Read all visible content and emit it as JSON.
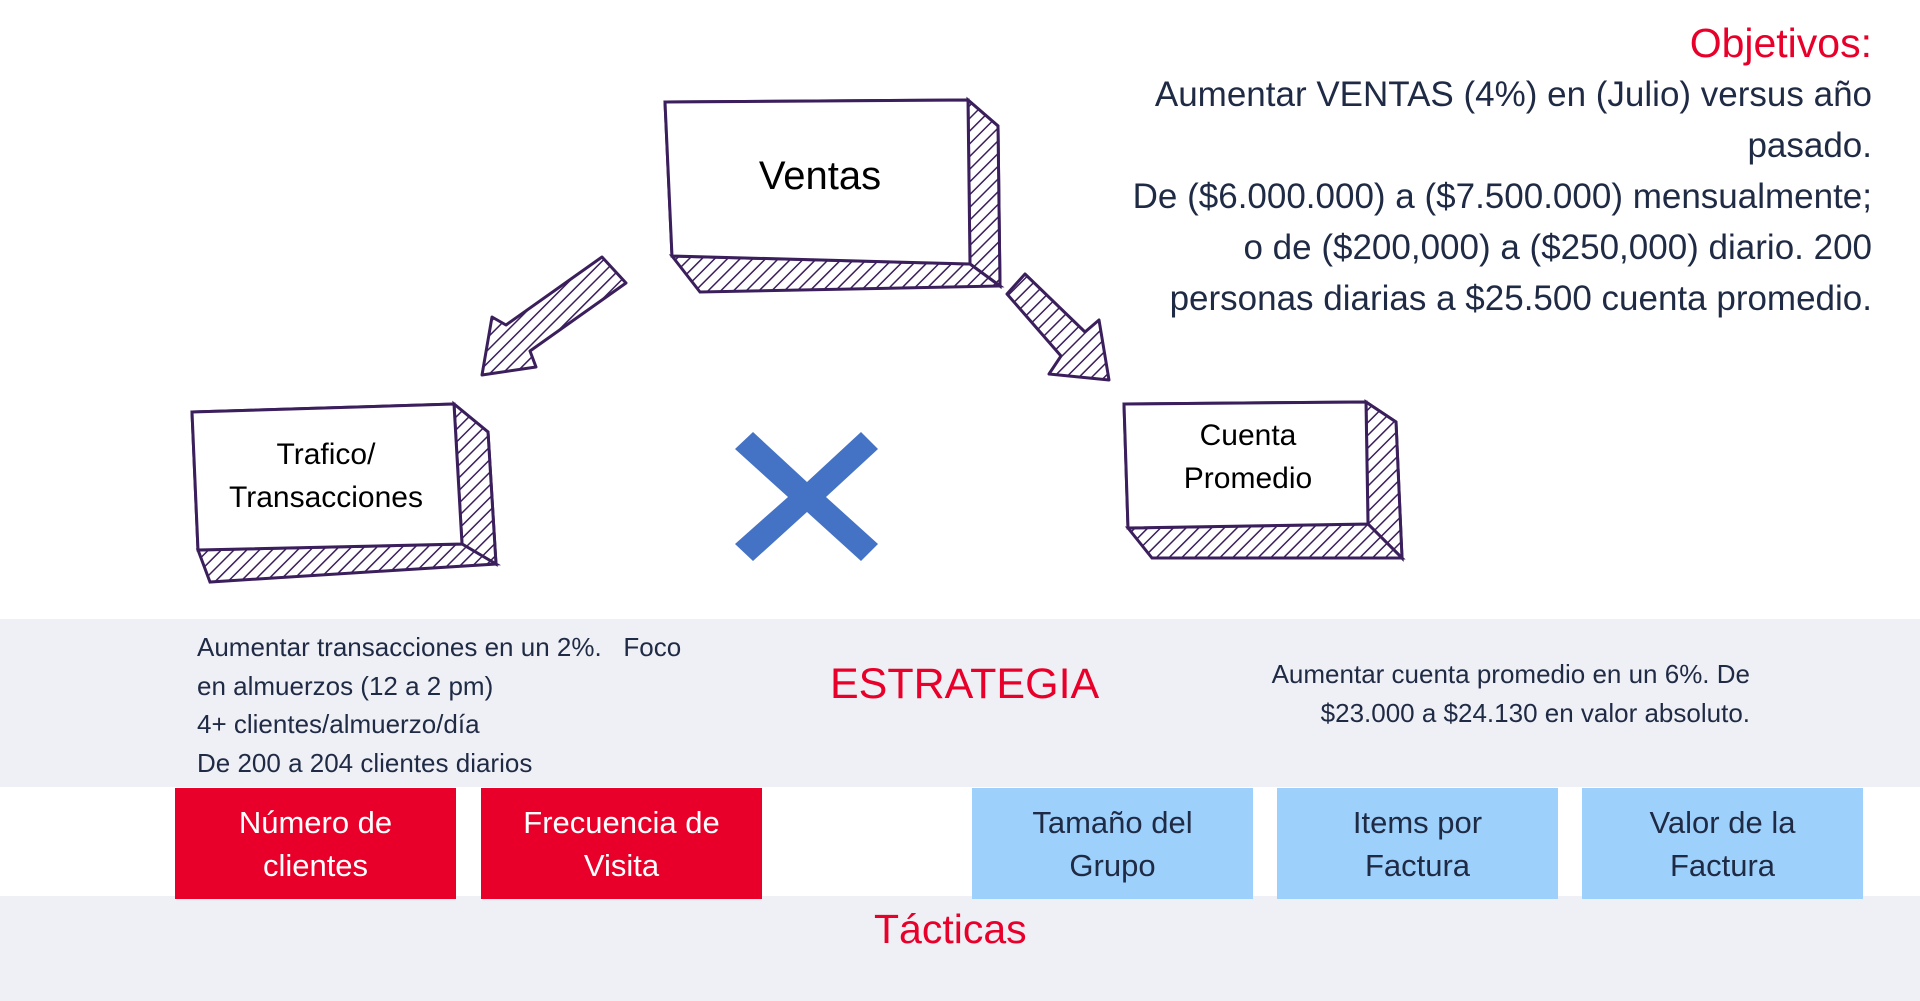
{
  "objectives": {
    "title": "Objetivos:",
    "lines": [
      "Aumentar VENTAS (4%) en (Julio) versus año",
      "pasado.",
      "De ($6.000.000) a ($7.500.000) mensualmente;",
      "o de ($200,000) a ($250,000) diario. 200",
      "personas diarias a $25.500 cuenta promedio."
    ]
  },
  "boxes": {
    "ventas": "Ventas",
    "trafico_line1": "Trafico/",
    "trafico_line2": "Transacciones",
    "cuenta_line1": "Cuenta",
    "cuenta_line2": "Promedio"
  },
  "strategy": {
    "title": "ESTRATEGIA",
    "left_lines": [
      "Aumentar transacciones en un 2%.   Foco",
      "en almuerzos (12 a 2 pm)",
      "4+ clientes/almuerzo/día",
      "De 200 a 204 clientes diarios"
    ],
    "right_lines": [
      "Aumentar cuenta promedio en un 6%. De",
      "$23.000 a $24.130 en valor absoluto."
    ]
  },
  "tactics": {
    "title": "Tácticas",
    "items": [
      {
        "line1": "Número de",
        "line2": "clientes"
      },
      {
        "line1": "Frecuencia de",
        "line2": "Visita"
      },
      {
        "line1": "Tamaño del",
        "line2": "Grupo"
      },
      {
        "line1": "Items por",
        "line2": "Factura"
      },
      {
        "line1": "Valor de la",
        "line2": "Factura"
      }
    ]
  },
  "colors": {
    "accent_red": "#e8002a",
    "tactic_blue": "#9dd0fb",
    "multiply_blue": "#4472c4",
    "sketch_purple": "#3b1f5c",
    "text_navy": "#1f2a44"
  },
  "icons": {
    "multiply": "multiply-x-icon",
    "arrow_left": "arrow-down-left-icon",
    "arrow_right": "arrow-down-right-icon"
  }
}
